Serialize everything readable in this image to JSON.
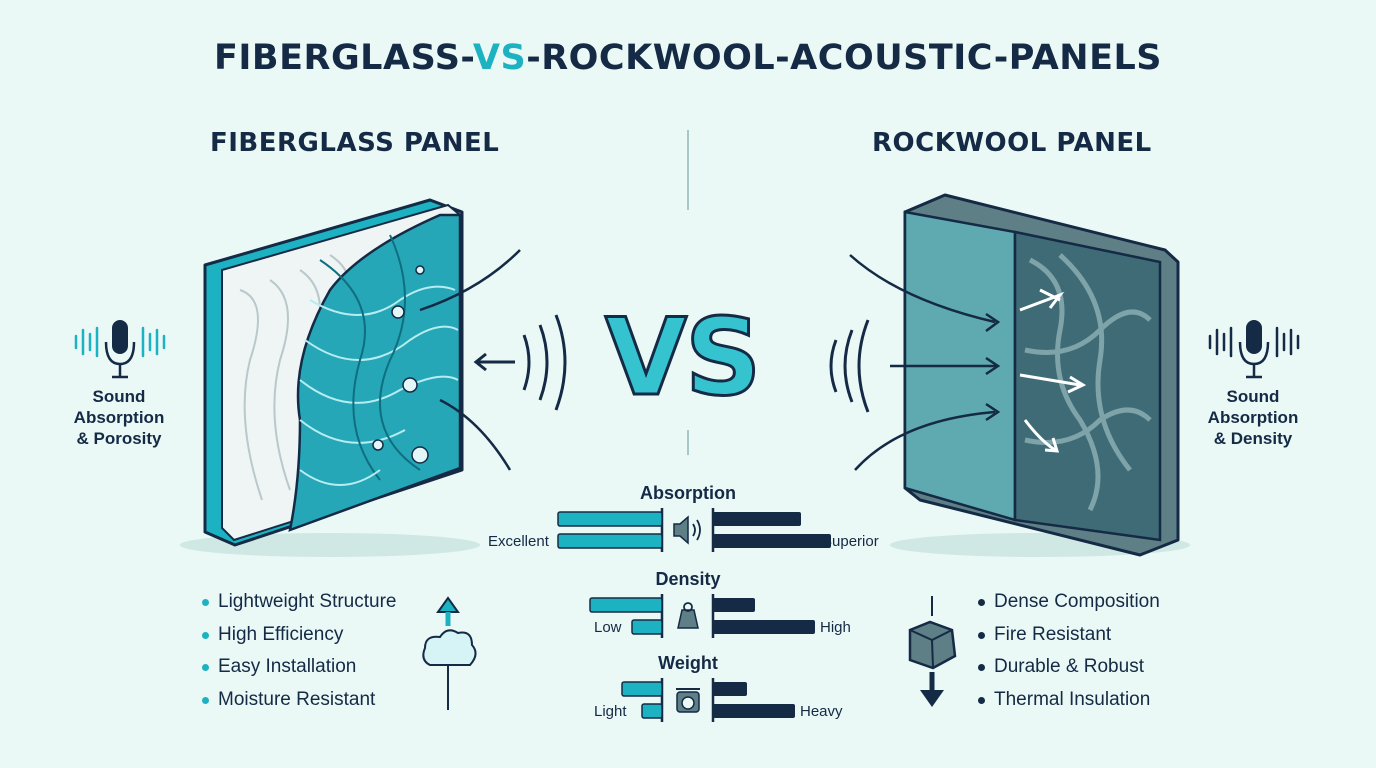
{
  "title": {
    "part1": "FIBERGLASS-",
    "part2": "VS",
    "part3": "-ROCKWOOL-ACOUSTIC-PANELS"
  },
  "vs_label": "VS",
  "left": {
    "heading": "FIBERGLASS PANEL",
    "side_label": [
      "Sound",
      "Absorption",
      "& Porosity"
    ],
    "features": [
      "Lightweight Structure",
      "High Efficiency",
      "Easy Installation",
      "Moisture Resistant"
    ]
  },
  "right": {
    "heading": "ROCKWOOL PANEL",
    "side_label": [
      "Sound",
      "Absorption",
      "& Density"
    ],
    "features": [
      "Dense Composition",
      "Fire Resistant",
      "Durable & Robust",
      "Thermal Insulation"
    ]
  },
  "comparison": [
    {
      "title": "Absorption",
      "left_label": "Excellent",
      "right_label": "Superior",
      "icon": "speaker-icon"
    },
    {
      "title": "Density",
      "left_label": "Low",
      "right_label": "High",
      "icon": "weight-icon"
    },
    {
      "title": "Weight",
      "left_label": "Light",
      "right_label": "Heavy",
      "icon": "scale-icon"
    }
  ],
  "colors": {
    "fiberglass": "#1db2c2",
    "rockwool": "#142a45",
    "background": "#eaf8f6"
  }
}
